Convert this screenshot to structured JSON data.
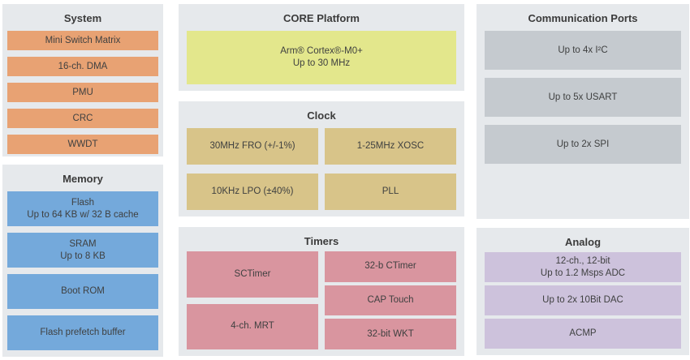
{
  "colors": {
    "panel_bg": "#E6E9EC",
    "system_block": "#E8A273",
    "memory_block": "#74A9DB",
    "core_block": "#E3E78C",
    "clock_block": "#D8C489",
    "timers_block": "#D9959F",
    "comm_block": "#C5CACF",
    "analog_block": "#CDC2DC",
    "title_text": "#3B3B3B",
    "block_text": "#3F4040"
  },
  "panels": {
    "system": {
      "title": "System",
      "blocks": [
        "Mini Switch Matrix",
        "16-ch. DMA",
        "PMU",
        "CRC",
        "WWDT"
      ]
    },
    "memory": {
      "title": "Memory",
      "blocks": [
        "Flash\nUp to 64 KB w/ 32 B cache",
        "SRAM\nUp to 8 KB",
        "Boot ROM",
        "Flash prefetch buffer"
      ]
    },
    "core_platform": {
      "title": "CORE Platform",
      "blocks": [
        "Arm® Cortex®-M0+\nUp to 30 MHz"
      ]
    },
    "clock": {
      "title": "Clock",
      "blocks": [
        "30MHz FRO (+/-1%)",
        "1-25MHz XOSC",
        "10KHz LPO (±40%)",
        "PLL"
      ]
    },
    "timers": {
      "title": "Timers",
      "left_blocks": [
        "SCTimer",
        "4-ch. MRT"
      ],
      "right_blocks": [
        "32-b CTimer",
        "CAP Touch",
        "32-bit WKT"
      ]
    },
    "communication": {
      "title": "Communication Ports",
      "blocks": [
        "Up to 4x I²C",
        "Up to 5x USART",
        "Up to 2x SPI"
      ]
    },
    "analog": {
      "title": "Analog",
      "blocks": [
        "12-ch., 12-bit\nUp to 1.2 Msps ADC",
        "Up to 2x 10Bit DAC",
        "ACMP"
      ]
    }
  }
}
